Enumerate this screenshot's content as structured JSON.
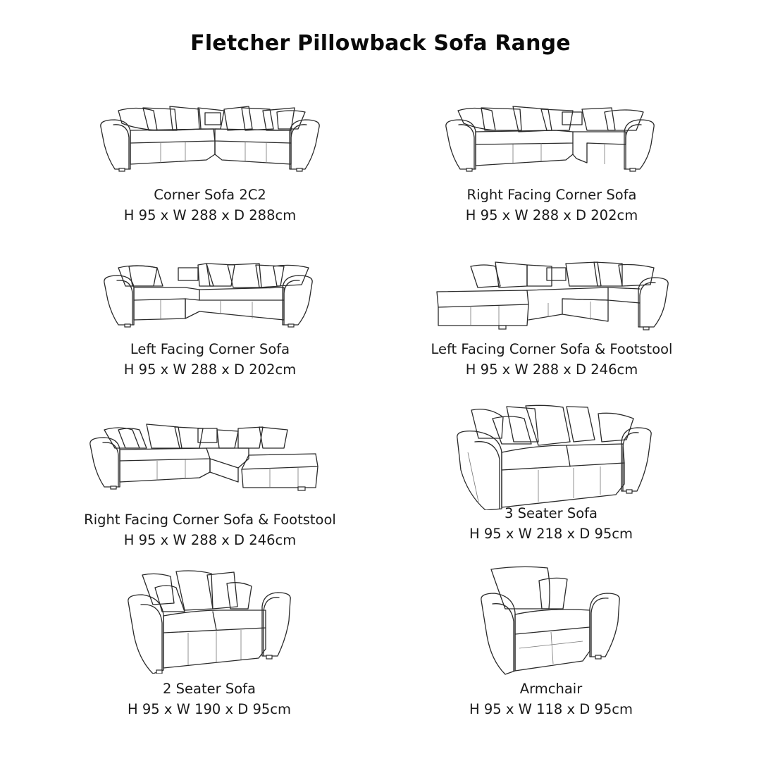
{
  "page": {
    "title": "Fletcher Pillowback Sofa Range",
    "background": "#ffffff",
    "text_color": "#111111"
  },
  "products": [
    {
      "name": "Corner Sofa 2C2",
      "dimensions": "H 95 x W 288 x D 288cm",
      "illustration": "corner-sofa-2c2-line-drawing"
    },
    {
      "name": "Right Facing Corner Sofa",
      "dimensions": "H 95 x W 288 x D 202cm",
      "illustration": "right-facing-corner-sofa-line-drawing"
    },
    {
      "name": "Left Facing Corner Sofa",
      "dimensions": "H 95 x W 288 x D 202cm",
      "illustration": "left-facing-corner-sofa-line-drawing"
    },
    {
      "name": "Left Facing Corner Sofa & Footstool",
      "dimensions": "H 95 x W 288 x D 246cm",
      "illustration": "left-facing-corner-sofa-footstool-line-drawing"
    },
    {
      "name": "Right Facing Corner Sofa & Footstool",
      "dimensions": "H 95 x W 288 x D 246cm",
      "illustration": "right-facing-corner-sofa-footstool-line-drawing"
    },
    {
      "name": "3 Seater Sofa",
      "dimensions": "H 95 x W 218 x D 95cm",
      "illustration": "3-seater-sofa-line-drawing"
    },
    {
      "name": "2 Seater Sofa",
      "dimensions": "H 95 x W 190 x D 95cm",
      "illustration": "2-seater-sofa-line-drawing"
    },
    {
      "name": "Armchair",
      "dimensions": "H 95 x W 118 x D 95cm",
      "illustration": "armchair-line-drawing"
    }
  ]
}
